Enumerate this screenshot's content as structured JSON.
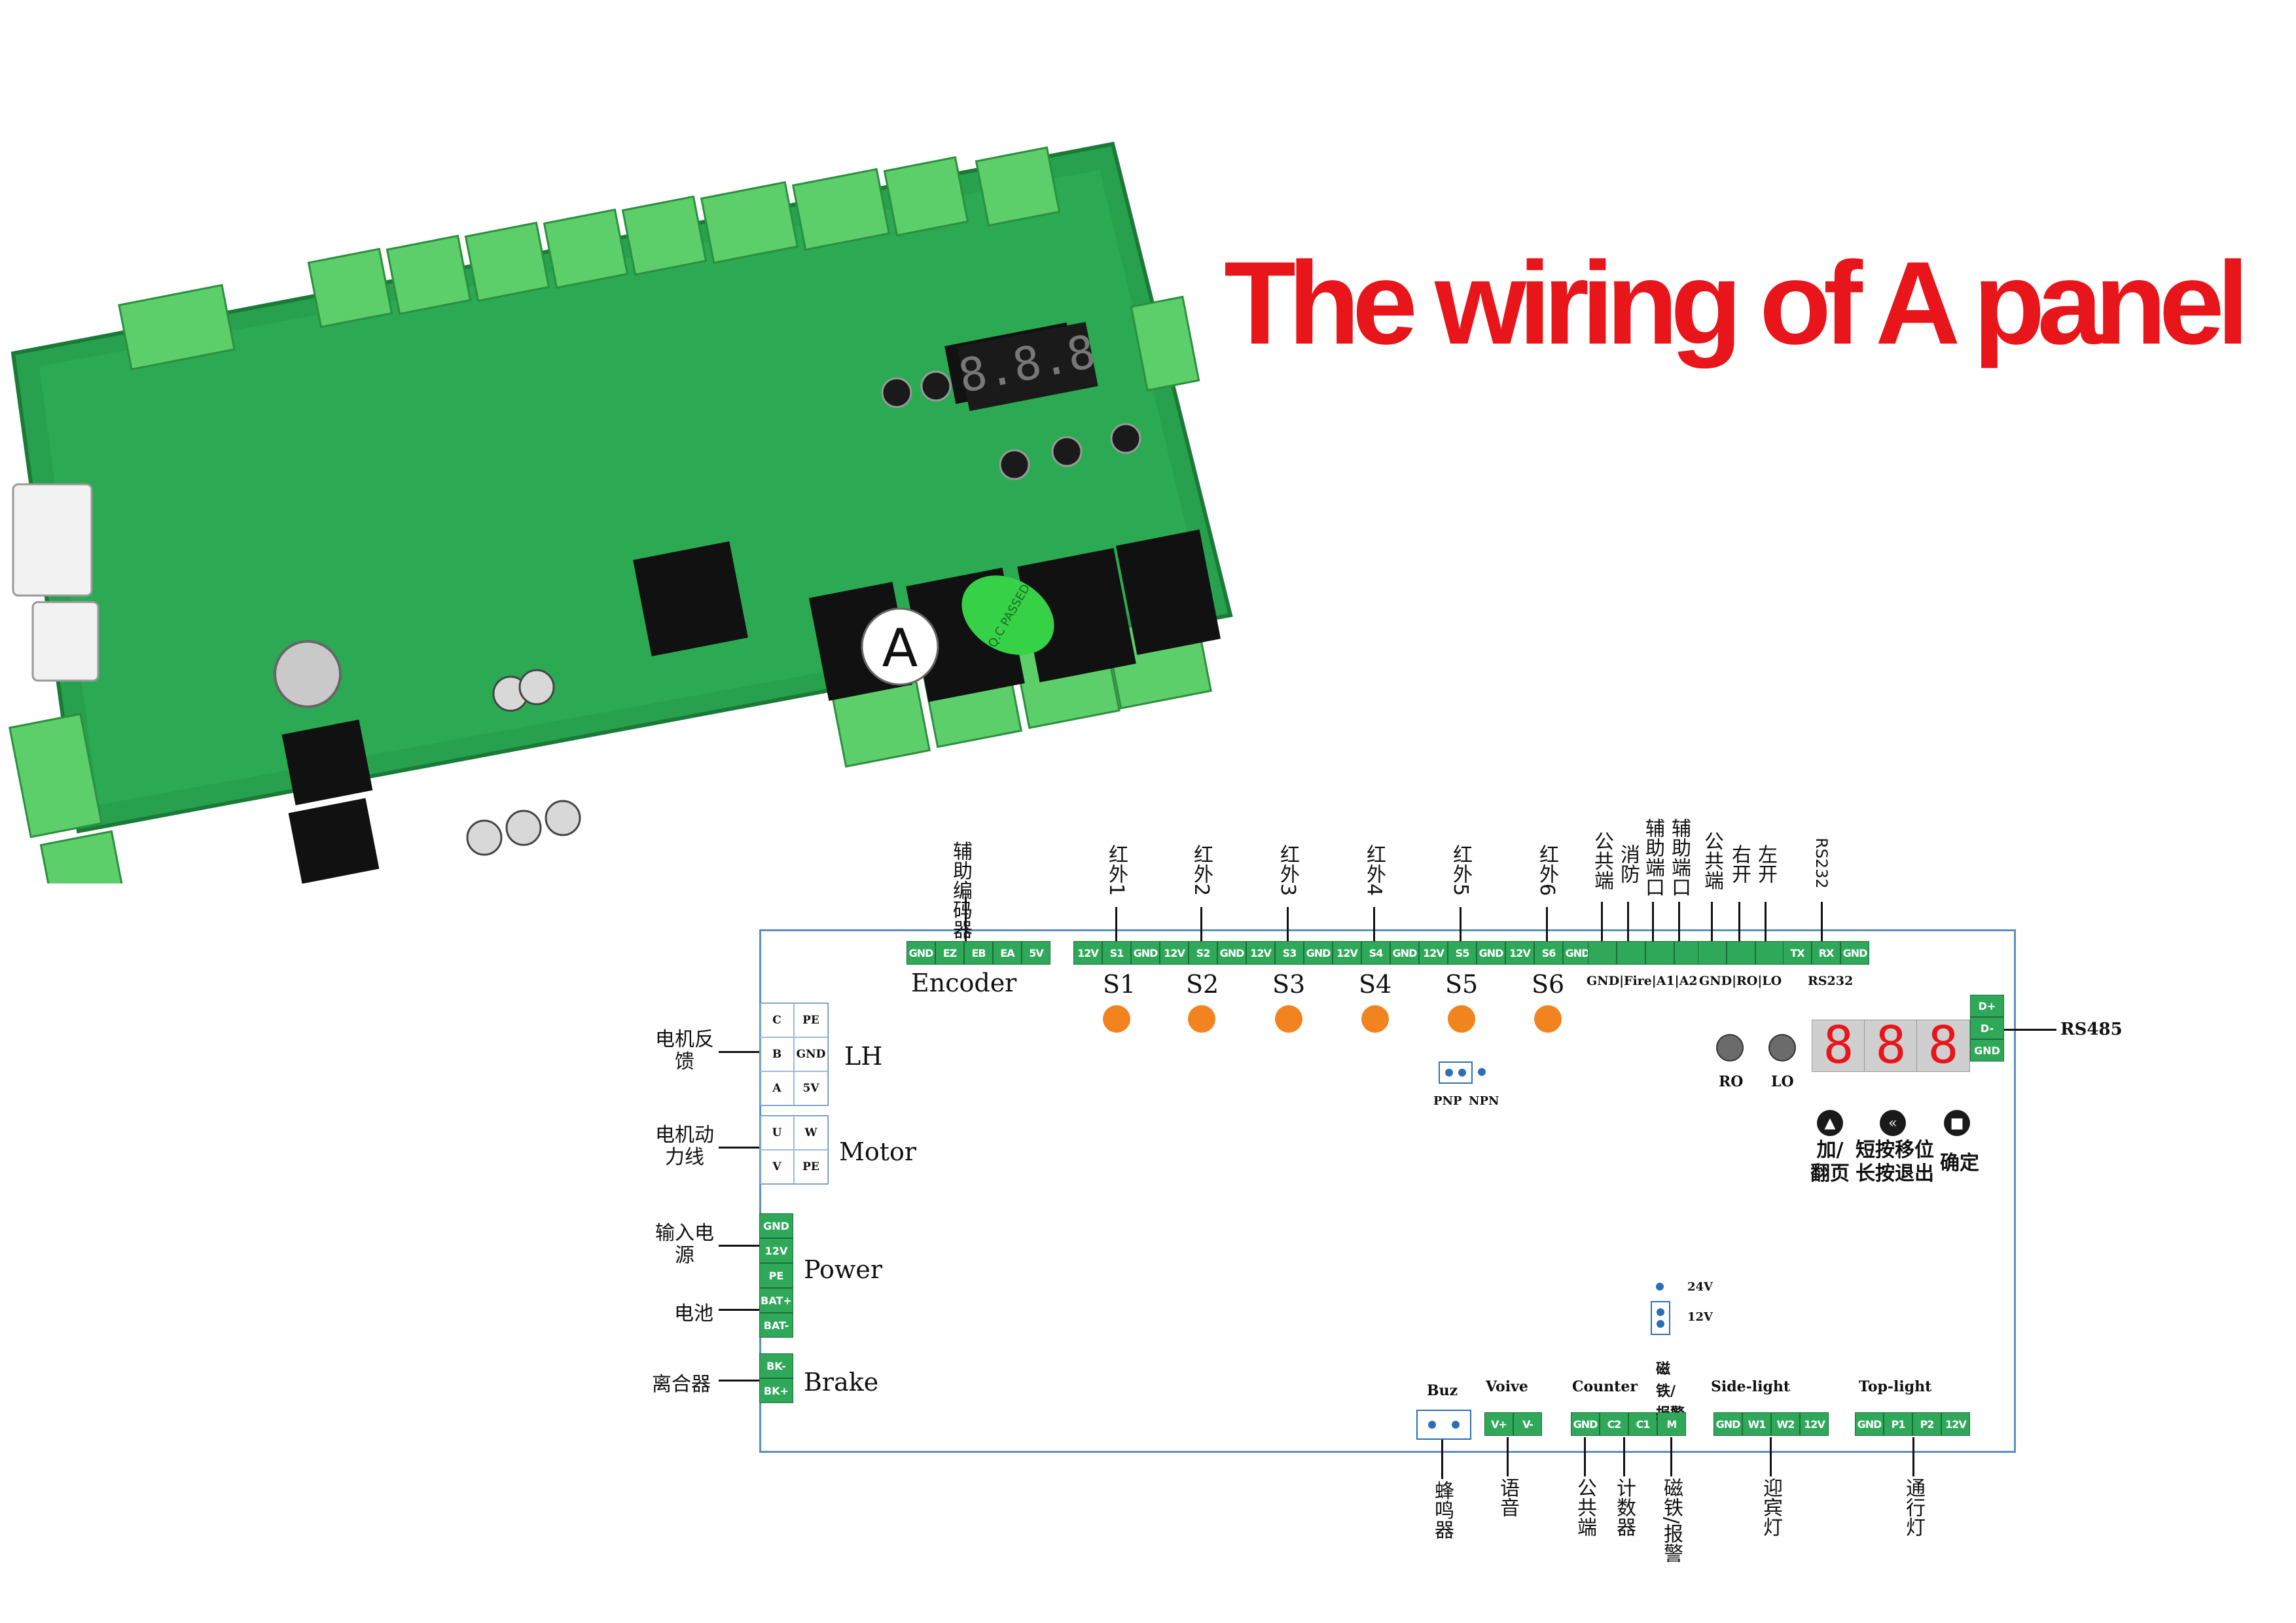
{
  "title": "The wiring of A panel",
  "photo": {
    "badge_letter": "A",
    "qc_sticker": "Q.C PASSED",
    "display": "8.8.8"
  },
  "top_connectors": {
    "encoder": {
      "cn": "辅助编码器",
      "pins": [
        "GND",
        "EZ",
        "EB",
        "EA",
        "5V"
      ],
      "label": "Encoder"
    },
    "sensors": [
      {
        "cn": "红外1",
        "pins": [
          "12V",
          "S1",
          "GND"
        ],
        "label": "S1"
      },
      {
        "cn": "红外2",
        "pins": [
          "12V",
          "S2",
          "GND"
        ],
        "label": "S2"
      },
      {
        "cn": "红外3",
        "pins": [
          "12V",
          "S3",
          "GND"
        ],
        "label": "S3"
      },
      {
        "cn": "红外4",
        "pins": [
          "12V",
          "S4",
          "GND"
        ],
        "label": "S4"
      },
      {
        "cn": "红外5",
        "pins": [
          "12V",
          "S5",
          "GND"
        ],
        "label": "S5"
      },
      {
        "cn": "红外6",
        "pins": [
          "12V",
          "S6",
          "GND"
        ],
        "label": "S6"
      }
    ],
    "fire_group": {
      "cn": [
        "公共端",
        "消防",
        "辅助端口",
        "辅助端口"
      ],
      "sub": "GND|Fire|A1|A2"
    },
    "open_group": {
      "cn": [
        "公共端",
        "右开",
        "左开"
      ],
      "sub": "GND|RO|LO"
    },
    "rs232": {
      "cn": "RS232",
      "pins": [
        "TX",
        "RX",
        "GND"
      ],
      "sub": "RS232"
    }
  },
  "rs485": {
    "pins": [
      "D+",
      "D-",
      "GND"
    ],
    "label": "RS485"
  },
  "pnp_npn": {
    "pnp": "PNP",
    "npn": "NPN"
  },
  "lh": {
    "cn": "电机反馈",
    "cells": [
      "C",
      "PE",
      "B",
      "GND",
      "A",
      "5V"
    ],
    "label": "LH"
  },
  "motor": {
    "cn": "电机动力线",
    "cells": [
      "U",
      "W",
      "V",
      "PE"
    ],
    "label": "Motor"
  },
  "power": {
    "cn_input": "输入电源",
    "cn_battery": "电池",
    "pins": [
      "GND",
      "12V",
      "PE",
      "BAT+",
      "BAT-"
    ],
    "label": "Power"
  },
  "brake": {
    "cn": "离合器",
    "pins": [
      "BK-",
      "BK+"
    ],
    "label": "Brake"
  },
  "leds": {
    "ro": "RO",
    "lo": "LO"
  },
  "display": {
    "digits": [
      "8",
      "8",
      "8"
    ]
  },
  "buttons": {
    "up": "加/\n翻页",
    "shift": "短按移位\n长按退出",
    "ok": "确定"
  },
  "voltage_jumper": {
    "v24": "24V",
    "v12": "12V"
  },
  "bottom": {
    "buz": {
      "label": "Buz",
      "cn": "蜂鸣器"
    },
    "voice": {
      "label": "Voive",
      "pins": [
        "V+",
        "V-"
      ],
      "cn": "语音"
    },
    "counter": {
      "label": "Counter",
      "pins": [
        "GND",
        "C2",
        "C1"
      ],
      "cn_common": "公共端",
      "cn_counter": "计数器"
    },
    "magnet": {
      "label": "磁铁/报警",
      "pins": [
        "M"
      ],
      "cn": "磁铁/报警"
    },
    "side_light": {
      "label": "Side-light",
      "pins": [
        "GND",
        "W1",
        "W2",
        "12V"
      ],
      "cn": "迎宾灯"
    },
    "top_light": {
      "label": "Top-light",
      "pins": [
        "GND",
        "P1",
        "P2",
        "12V"
      ],
      "cn": "通行灯"
    }
  }
}
